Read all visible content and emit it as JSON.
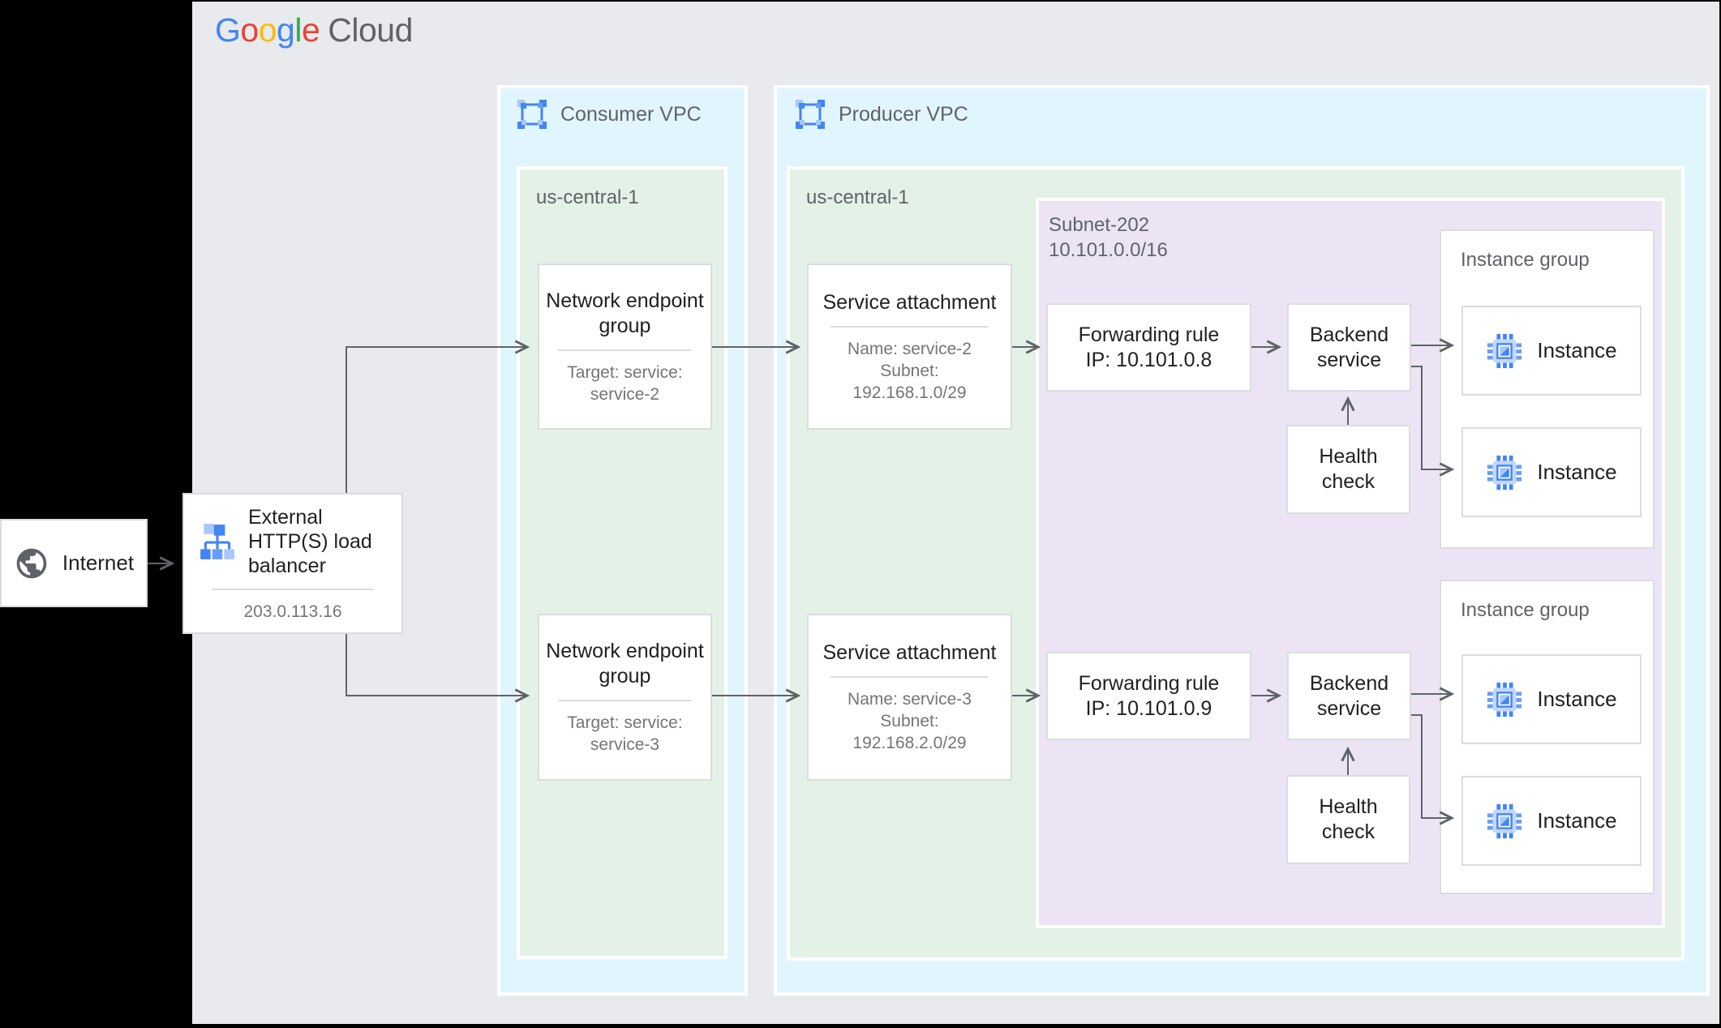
{
  "colors": {
    "canvas": "#E8EAED",
    "vpc_fill": "#E1F5FE",
    "region_fill": "#E4F1E6",
    "subnet_fill": "#ECE4F5",
    "node_border": "#DADCE0",
    "arrow": "#5F6368",
    "title_text": "#202124",
    "muted_text": "#757575",
    "label_text": "#5F6368",
    "google_blue": "#4285F4",
    "google_red": "#EA4335",
    "google_yellow": "#FBBC04",
    "google_green": "#34A853",
    "icon_blue_light": "#A8C7FA",
    "icon_blue_mid": "#669DF6"
  },
  "logo": {
    "l1": "G",
    "l2": "o",
    "l3": "o",
    "l4": "g",
    "l5": "l",
    "l6": "e",
    "cloud": "Cloud"
  },
  "internet": {
    "label": "Internet"
  },
  "load_balancer": {
    "title": "External HTTP(S) load balancer",
    "ip": "203.0.113.16"
  },
  "consumer_vpc": {
    "label": "Consumer VPC",
    "region": "us-central-1",
    "negs": [
      {
        "title": "Network endpoint group",
        "detail1": "Target: service:",
        "detail2": "service-2"
      },
      {
        "title": "Network endpoint group",
        "detail1": "Target: service:",
        "detail2": "service-3"
      }
    ]
  },
  "producer_vpc": {
    "label": "Producer VPC",
    "region": "us-central-1",
    "subnet_name": "Subnet-202",
    "subnet_cidr": "10.101.0.0/16",
    "rows": [
      {
        "sa_title": "Service attachment",
        "sa_detail1": "Name: service-2",
        "sa_detail2": "Subnet:",
        "sa_detail3": "192.168.1.0/29",
        "fr_title": "Forwarding rule",
        "fr_ip": "IP: 10.101.0.8",
        "backend": "Backend service",
        "health": "Health check",
        "group_label": "Instance group",
        "instance1": "Instance",
        "instance2": "Instance"
      },
      {
        "sa_title": "Service attachment",
        "sa_detail1": "Name: service-3",
        "sa_detail2": "Subnet:",
        "sa_detail3": "192.168.2.0/29",
        "fr_title": "Forwarding rule",
        "fr_ip": "IP: 10.101.0.9",
        "backend": "Backend service",
        "health": "Health check",
        "group_label": "Instance group",
        "instance1": "Instance",
        "instance2": "Instance"
      }
    ]
  }
}
